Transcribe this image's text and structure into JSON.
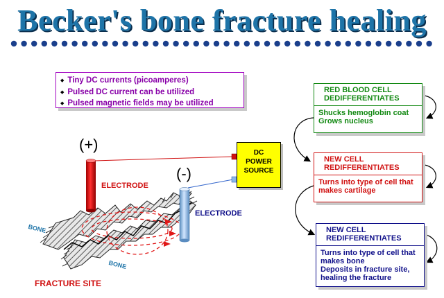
{
  "title": "Becker's bone fracture healing",
  "bullets": [
    "Tiny DC currents (picoamperes)",
    "Pulsed DC current can be utilized",
    "Pulsed magnetic fields may be utilized"
  ],
  "positive_symbol": "(+)",
  "negative_symbol": "(-)",
  "electrode_label_positive": "ELECTRODE",
  "electrode_label_negative": "ELECTRODE",
  "power_source": {
    "line1": "DC",
    "line2": "POWER",
    "line3": "SOURCE"
  },
  "bone_label_left": "BONE",
  "bone_label_right": "BONE",
  "fracture_label": "FRACTURE SITE",
  "colors": {
    "title": "#1e74a8",
    "green": "#118811",
    "red": "#d01010",
    "navy": "#10108a",
    "purple": "#8800a8",
    "power": "#ffff00"
  },
  "steps": [
    {
      "heading": "RED BLOOD CELL\nDEDIFFERENTIATES",
      "body": "Shucks hemoglobin coat\nGrows nucleus"
    },
    {
      "heading": "NEW CELL\nREDIFFERENTIATES",
      "body": "Turns into type of cell that\nmakes cartilage"
    },
    {
      "heading": "NEW CELL\nREDIFFERENTIATES",
      "body": "Turns into type of cell that\nmakes bone\nDeposits in fracture site,\nhealing the fracture"
    }
  ]
}
